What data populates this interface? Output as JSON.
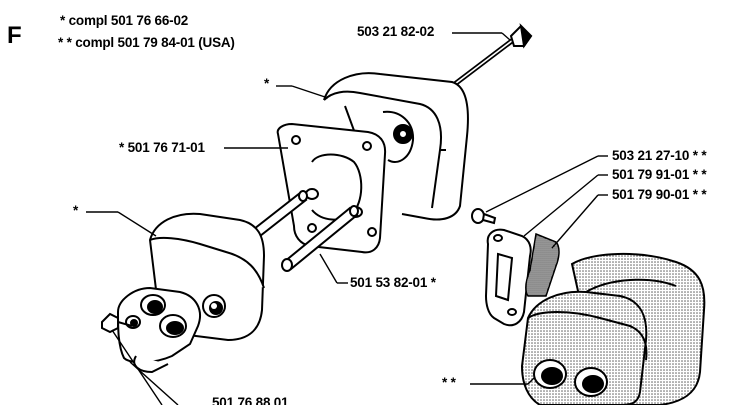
{
  "section_letter": "F",
  "notes": {
    "single_star": "* compl 501 76 66-02",
    "double_star": "* * compl 501 79 84-01 (USA)"
  },
  "part_labels": {
    "p_503_21_82_02": "503 21 82-02",
    "p_star_top": "*",
    "p_501_76_71_01": "* 501 76 71-01",
    "p_star_left": "*",
    "p_501_53_82_01": "501 53 82-01 *",
    "p_503_21_27_10": "503 21 27-10 * *",
    "p_501_79_91_01": "501 79 91-01 * *",
    "p_501_79_90_01": "501 79 90-01 * *",
    "p_double_star_bottom": "* *",
    "p_501_76_88_01": "501 76 88 01"
  },
  "colors": {
    "ink": "#000000",
    "paper": "#ffffff",
    "shade": "#9a9a9a"
  }
}
